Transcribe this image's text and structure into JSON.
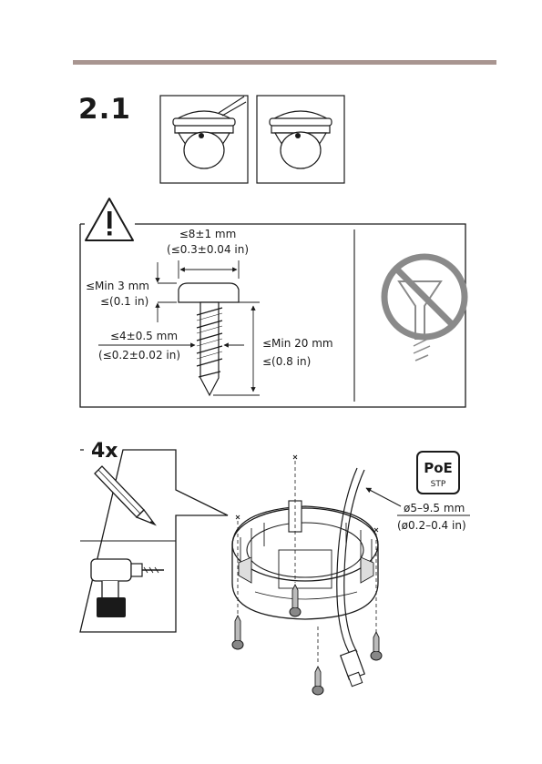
{
  "step": {
    "number": "2.1"
  },
  "warning": {
    "head_size": "≤8±1 mm",
    "head_size_in": "(≤0.3±0.04 in)",
    "head_height": "≤Min 3 mm",
    "head_height_in": "≤(0.1 in)",
    "thread_dia": "≤4±0.5 mm",
    "thread_dia_in": "(≤0.2±0.02 in)",
    "length": "≤Min 20 mm",
    "length_in": "≤(0.8 in)"
  },
  "mounting": {
    "quantity": "4x",
    "poe_label": "PoE",
    "stp_label": "STP",
    "cable_dia": "ø5–9.5 mm",
    "cable_dia_in": "(ø0.2–0.4 in)"
  },
  "colors": {
    "rule": "#a89590",
    "ink": "#1a1a1a",
    "no_sign": "#8a8a8a"
  }
}
